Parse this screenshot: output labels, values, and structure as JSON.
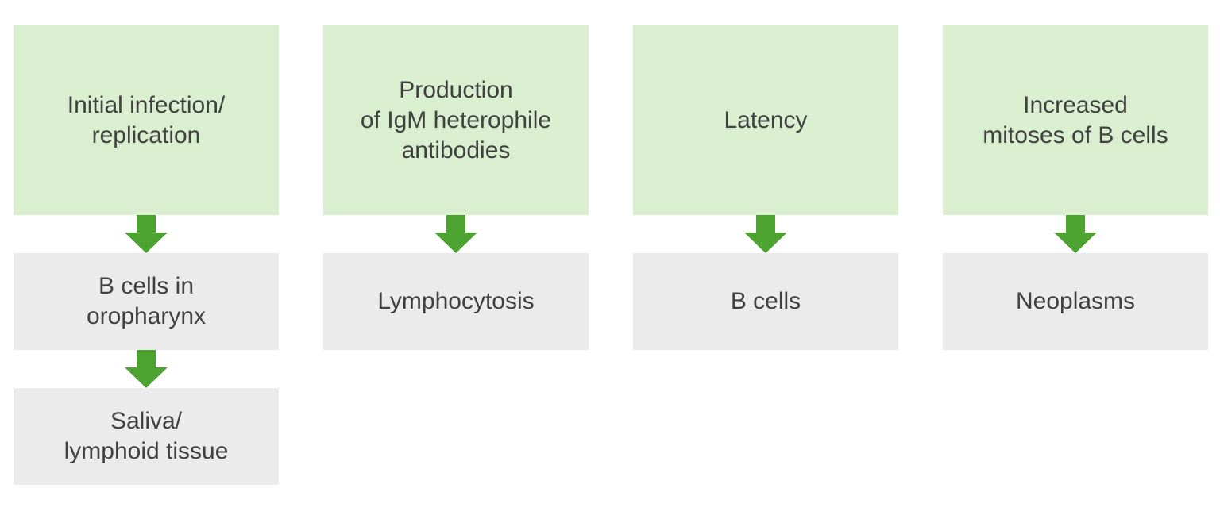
{
  "diagram": {
    "title_hint": "EBV infection stages flowchart",
    "colors": {
      "stage_box_green": "#d9efd0",
      "result_box_gray": "#ebebeb",
      "arrow_green": "#4ca330",
      "text": "#404040",
      "background": "#ffffff"
    },
    "columns": [
      {
        "stages": [
          {
            "label": "Initial infection/\nreplication"
          },
          {
            "label": "B cells in\noropharynx"
          },
          {
            "label": "Saliva/\nlymphoid tissue"
          }
        ]
      },
      {
        "stages": [
          {
            "label": "Production\nof IgM heterophile\nantibodies"
          },
          {
            "label": "Lymphocytosis"
          }
        ]
      },
      {
        "stages": [
          {
            "label": "Latency"
          },
          {
            "label": "B cells"
          }
        ]
      },
      {
        "stages": [
          {
            "label": "Increased\nmitoses of B cells"
          },
          {
            "label": "Neoplasms"
          }
        ]
      }
    ]
  }
}
